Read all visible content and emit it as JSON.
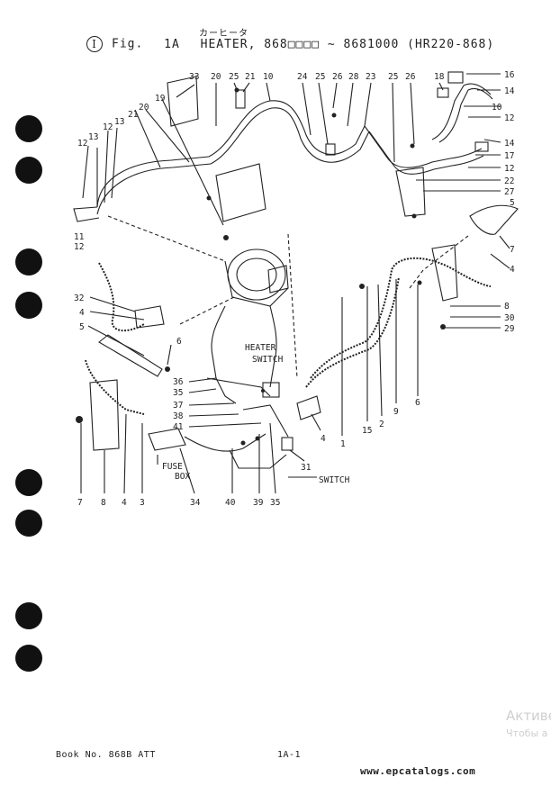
{
  "header": {
    "jp_title": "カーヒータ",
    "figure_marker": "I",
    "fig_label": "Fig.",
    "fig_number": "1A",
    "title": "HEATER, 868□□□□ ∼ 8681000 (HR220-868)"
  },
  "labels": {
    "heater_switch_line1": "HEATER",
    "heater_switch_line2": "SWITCH",
    "fuse_box_line1": "FUSE",
    "fuse_box_line2": "BOX",
    "switch": "SWITCH"
  },
  "callouts": {
    "c33": "33",
    "c20a": "20",
    "c25a": "25",
    "c21a": "21",
    "c10a": "10",
    "c24": "24",
    "c25b": "25",
    "c26a": "26",
    "c28": "28",
    "c23": "23",
    "c25c": "25",
    "c26b": "26",
    "c18": "18",
    "c16": "16",
    "c19": "19",
    "c20b": "20",
    "c21b": "21",
    "c12a": "12",
    "c13a": "13",
    "c13b": "13",
    "c12b": "12",
    "c14a": "14",
    "c10b": "10",
    "c12c": "12",
    "c14b": "14",
    "c17": "17",
    "c12d": "12",
    "c22": "22",
    "c27": "27",
    "c5a": "5",
    "c7a": "7",
    "c4a": "4",
    "c11": "11",
    "c12e": "12",
    "c32": "32",
    "c4b": "4",
    "c5b": "5",
    "c6a": "6",
    "c8a": "8",
    "c30": "30",
    "c29": "29",
    "c36": "36",
    "c35a": "35",
    "c37": "37",
    "c38": "38",
    "c41": "41",
    "c9": "9",
    "c6b": "6",
    "c1": "1",
    "c2": "2",
    "c15": "15",
    "c4c": "4",
    "c31": "31",
    "c7b": "7",
    "c8b": "8",
    "c4d": "4",
    "c3": "3",
    "c34": "34",
    "c40": "40",
    "c39": "39",
    "c35b": "35"
  },
  "footer": {
    "book": "Book No. 868B ATT",
    "page": "1A-1",
    "site": "www.epcatalogs.com",
    "watermark_line1": "Активе",
    "watermark_line2": "Чтобы а"
  },
  "colors": {
    "ink": "#222222",
    "hole": "#111111",
    "watermark": "#cfcfcf"
  }
}
